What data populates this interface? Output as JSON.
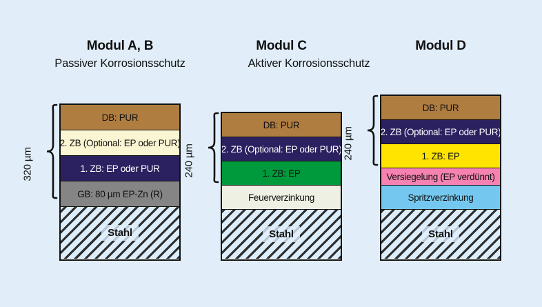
{
  "figure": {
    "background_color": "#e1eefa",
    "substrate_label": "Stahl"
  },
  "headings": {
    "module_ab": "Modul A, B",
    "module_c": "Modul C",
    "module_d": "Modul D",
    "passive": "Passiver Korrosionsschutz",
    "active": "Aktiver Korrosionsschutz"
  },
  "columns": [
    {
      "id": "modul-ab",
      "title": "Modul A, B",
      "subtitle": "Passiver Korrosionsschutz",
      "thickness_label": "320 µm",
      "layers": [
        {
          "label": "DB: PUR",
          "color": "#b07d41",
          "text_color": "#111111"
        },
        {
          "label": "2. ZB (Optional: EP oder PUR)",
          "color": "#faf5d2",
          "text_color": "#111111"
        },
        {
          "label": "1. ZB: EP oder PUR",
          "color": "#2b2160",
          "text_color": "#ffffff"
        },
        {
          "label": "GB: 80 µm EP-Zn (R)",
          "color": "#858585",
          "text_color": "#111111"
        }
      ],
      "substrate": "Stahl"
    },
    {
      "id": "modul-c",
      "title": "Modul C",
      "subtitle": "Aktiver Korrosionsschutz",
      "thickness_label": "240 µm",
      "layers": [
        {
          "label": "DB: PUR",
          "color": "#b07d41",
          "text_color": "#111111"
        },
        {
          "label": "2. ZB (Optional: EP oder PUR)",
          "color": "#2b2160",
          "text_color": "#ffffff"
        },
        {
          "label": "1. ZB: EP",
          "color": "#009a3d",
          "text_color": "#111111"
        },
        {
          "label": "Feuerverzinkung",
          "color": "#eff0e4",
          "text_color": "#111111"
        }
      ],
      "substrate": "Stahl"
    },
    {
      "id": "modul-d",
      "title": "Modul D",
      "subtitle": "Aktiver Korrosionsschutz",
      "thickness_label": "240 µm",
      "layers": [
        {
          "label": "DB: PUR",
          "color": "#b07d41",
          "text_color": "#111111"
        },
        {
          "label": "2. ZB (Optional: EP oder PUR)",
          "color": "#2b2160",
          "text_color": "#ffffff"
        },
        {
          "label": "1. ZB: EP",
          "color": "#ffe400",
          "text_color": "#111111"
        },
        {
          "label": "Versiegelung (EP verdünnt)",
          "color": "#f582b0",
          "text_color": "#111111"
        },
        {
          "label": "Spritzverzinkung",
          "color": "#74c8f0",
          "text_color": "#111111"
        }
      ],
      "substrate": "Stahl"
    }
  ]
}
